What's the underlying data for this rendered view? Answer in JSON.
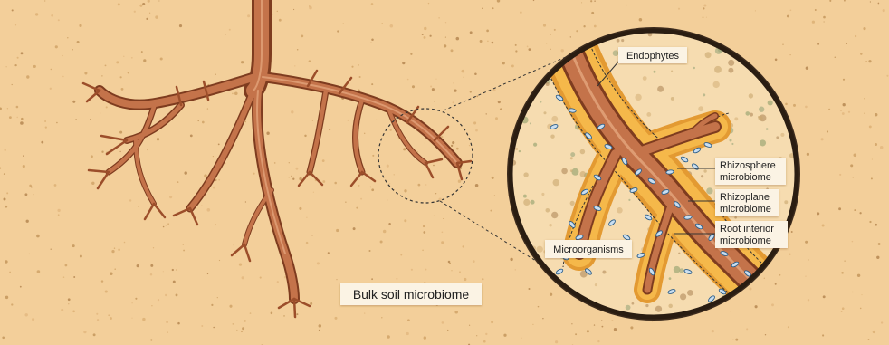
{
  "labels": {
    "bulk_soil": "Bulk soil microbiome",
    "endophytes": "Endophytes",
    "rhizosphere_line1": "Rhizosphere",
    "rhizosphere_line2": "microbiome",
    "rhizoplane_line1": "Rhizoplane",
    "rhizoplane_line2": "microbiome",
    "root_interior_line1": "Root interior",
    "root_interior_line2": "microbiome",
    "microorganisms": "Microorganisms"
  },
  "colors": {
    "soil": "#f3cf9a",
    "root": "#b8643a",
    "root_light": "#d98b5c",
    "root_dark": "#8e4426",
    "rhizosphere_zone": "#f2a93a",
    "microbe_fill": "#c9def0",
    "microbe_stroke": "#2d5f8a",
    "label_box": "#fbf3e4"
  }
}
